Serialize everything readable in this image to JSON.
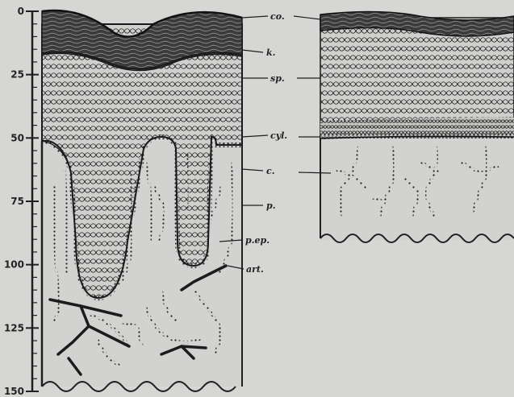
{
  "figure": {
    "scale": {
      "ticks": [
        "0",
        "25",
        "50",
        "75",
        "100",
        "125",
        "150"
      ]
    },
    "labels": [
      {
        "id": "co",
        "text": "co."
      },
      {
        "id": "k",
        "text": "k."
      },
      {
        "id": "sp",
        "text": "sp."
      },
      {
        "id": "cyl",
        "text": "cyl."
      },
      {
        "id": "c",
        "text": "c."
      },
      {
        "id": "p",
        "text": "p."
      },
      {
        "id": "pep",
        "text": "p.ep."
      },
      {
        "id": "art",
        "text": "art."
      }
    ],
    "colors": {
      "paper": "#d6d6d4",
      "ink": "#1f1f1f",
      "cell_fill": "#c9c9c7",
      "dark_layer": "#3a3a3a"
    }
  }
}
